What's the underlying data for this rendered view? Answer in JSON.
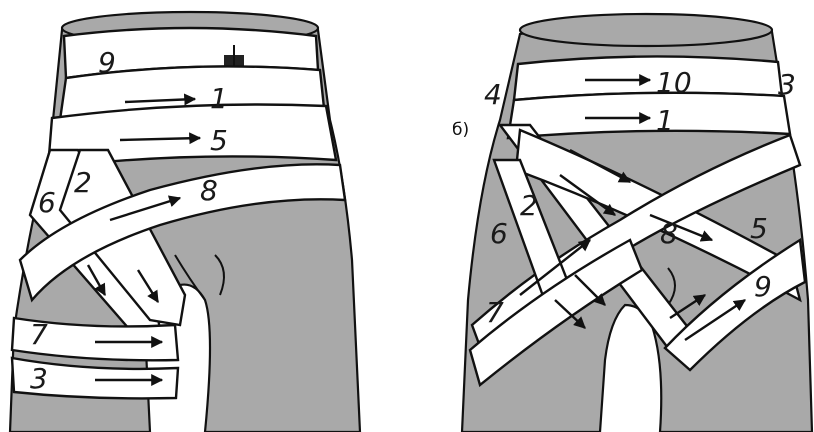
{
  "left_figure": {
    "labels": [
      "9",
      "1",
      "5",
      "8",
      "6",
      "2",
      "7",
      "3"
    ]
  },
  "right_figure": {
    "caption": "б)",
    "labels": [
      "4",
      "10",
      "3",
      "1",
      "2",
      "8",
      "5",
      "6",
      "9",
      "7"
    ]
  },
  "colors": {
    "skin": "#a9a9a9",
    "bandage": "#ffffff",
    "outline": "#111111"
  }
}
